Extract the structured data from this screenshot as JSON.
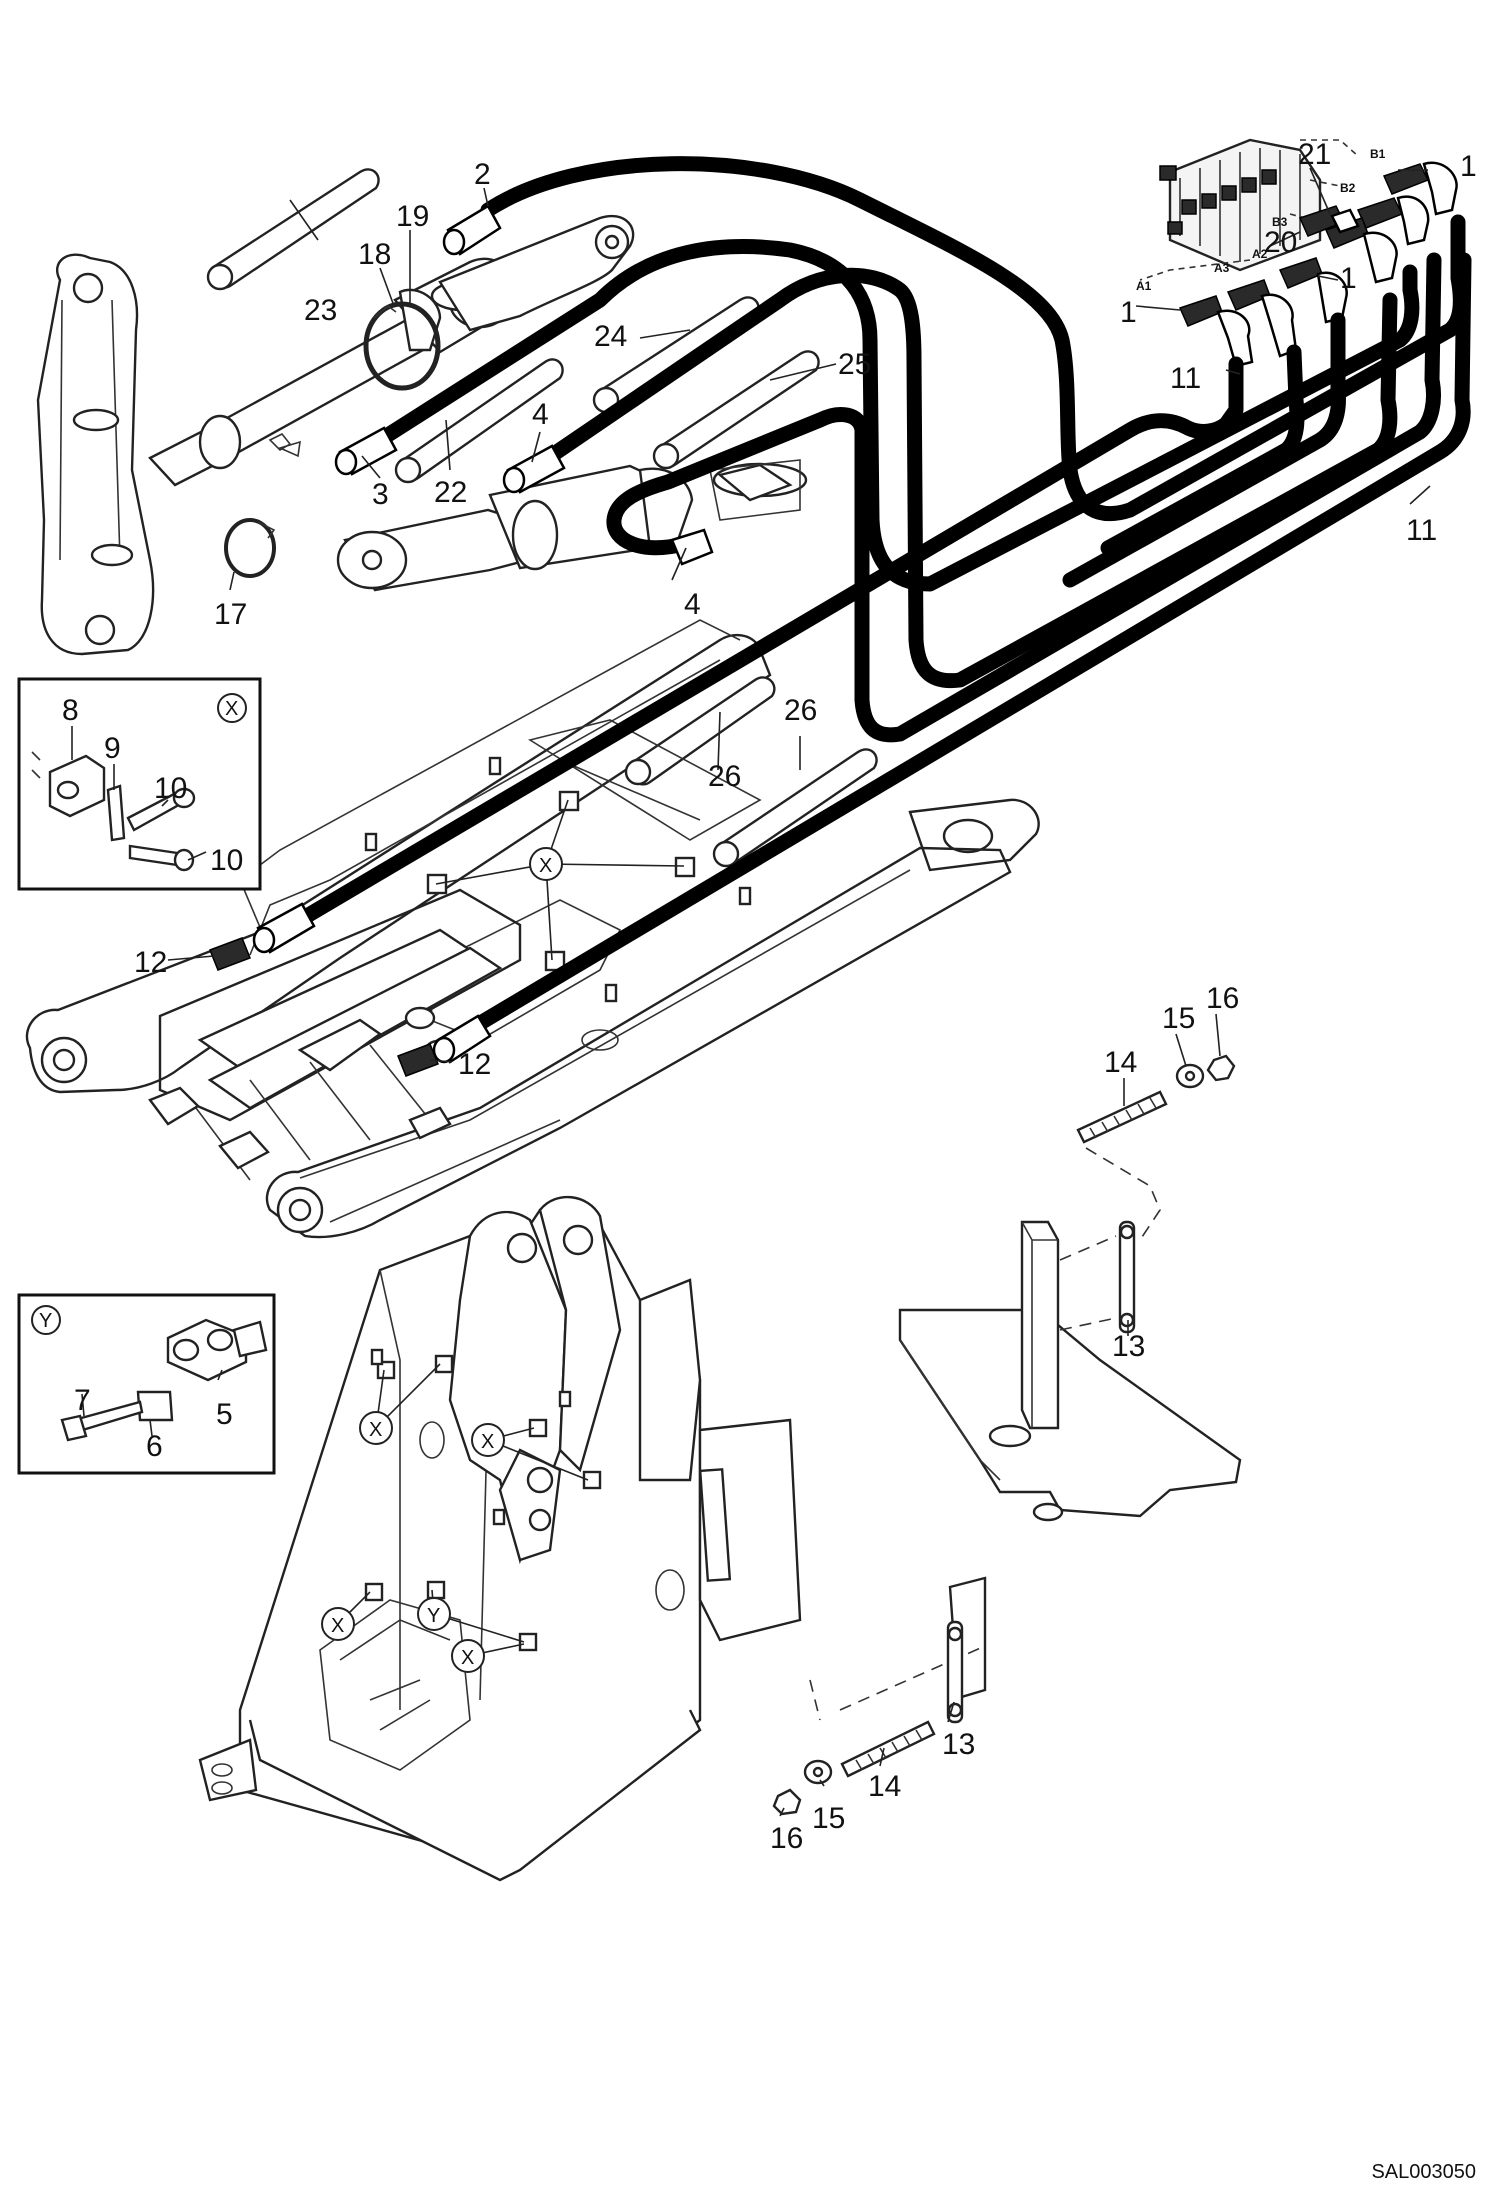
{
  "drawing_ref": "SAL003050",
  "callouts": {
    "c1a": "1",
    "c1b": "1",
    "c1c": "1",
    "c2": "2",
    "c3": "3",
    "c4a": "4",
    "c4b": "4",
    "c5": "5",
    "c6": "6",
    "c7": "7",
    "c8": "8",
    "c9": "9",
    "c10a": "10",
    "c10b": "10",
    "c11a": "11",
    "c11b": "11",
    "c12a": "12",
    "c12b": "12",
    "c13a": "13",
    "c13b": "13",
    "c14a": "14",
    "c14b": "14",
    "c15a": "15",
    "c15b": "15",
    "c16a": "16",
    "c16b": "16",
    "c17": "17",
    "c18": "18",
    "c19": "19",
    "c20": "20",
    "c21": "21",
    "c22": "22",
    "c23": "23",
    "c24": "24",
    "c25": "25",
    "c26a": "26",
    "c26b": "26"
  },
  "ports": {
    "a1": "A1",
    "a2": "A2",
    "a3": "A3",
    "b1": "B1",
    "b2": "B2",
    "b3": "B3"
  },
  "view_markers": {
    "x_hub": "X",
    "x_inset": "X",
    "y_inset": "Y",
    "x_frame1": "X",
    "x_frame2": "X",
    "x_frame3": "X",
    "x_frame4": "X",
    "y_frame": "Y"
  }
}
